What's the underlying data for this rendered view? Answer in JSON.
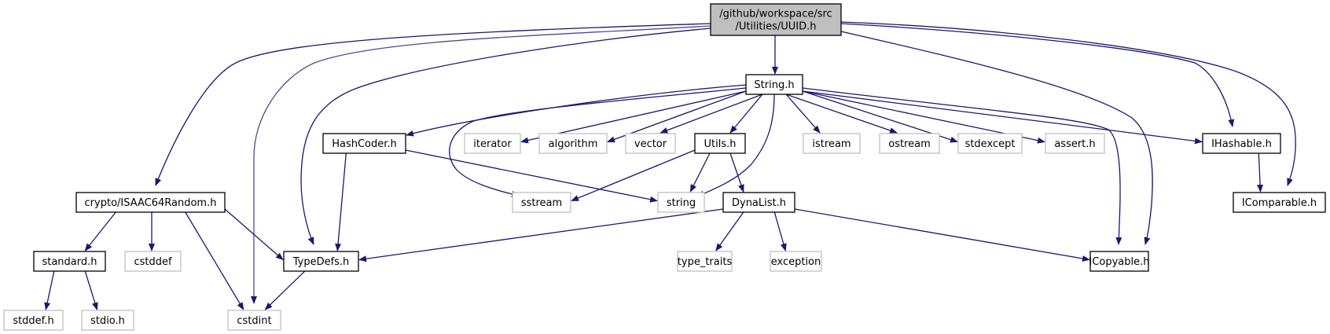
{
  "title": "Include dependency graph for UUID.h",
  "colors": {
    "edge": "#191970",
    "edge_light": "#4b4b8f",
    "root_fill": "#bfbfbf",
    "root_stroke": "#000000",
    "local_stroke": "#000000",
    "system_stroke": "#bfbfbf",
    "node_fill": "#ffffff"
  },
  "nodes": [
    {
      "id": "uuid",
      "label": [
        "/github/workspace/src",
        "/Utilities/UUID.h"
      ],
      "kind": "root"
    },
    {
      "id": "string_h",
      "label": [
        "String.h"
      ],
      "kind": "local"
    },
    {
      "id": "hashcoder",
      "label": [
        "HashCoder.h"
      ],
      "kind": "local"
    },
    {
      "id": "iterator",
      "label": [
        "iterator"
      ],
      "kind": "system"
    },
    {
      "id": "algorithm",
      "label": [
        "algorithm"
      ],
      "kind": "system"
    },
    {
      "id": "vector",
      "label": [
        "vector"
      ],
      "kind": "system"
    },
    {
      "id": "utils",
      "label": [
        "Utils.h"
      ],
      "kind": "local"
    },
    {
      "id": "istream",
      "label": [
        "istream"
      ],
      "kind": "system"
    },
    {
      "id": "ostream",
      "label": [
        "ostream"
      ],
      "kind": "system"
    },
    {
      "id": "stdexcept",
      "label": [
        "stdexcept"
      ],
      "kind": "system"
    },
    {
      "id": "assert",
      "label": [
        "assert.h"
      ],
      "kind": "system"
    },
    {
      "id": "ihashable",
      "label": [
        "IHashable.h"
      ],
      "kind": "local"
    },
    {
      "id": "isaac",
      "label": [
        "crypto/ISAAC64Random.h"
      ],
      "kind": "local"
    },
    {
      "id": "sstream",
      "label": [
        "sstream"
      ],
      "kind": "system"
    },
    {
      "id": "string",
      "label": [
        "string"
      ],
      "kind": "system"
    },
    {
      "id": "dynalist",
      "label": [
        "DynaList.h"
      ],
      "kind": "local"
    },
    {
      "id": "icomparable",
      "label": [
        "IComparable.h"
      ],
      "kind": "local"
    },
    {
      "id": "standard",
      "label": [
        "standard.h"
      ],
      "kind": "local"
    },
    {
      "id": "cstddef",
      "label": [
        "cstddef"
      ],
      "kind": "system"
    },
    {
      "id": "typedefs",
      "label": [
        "TypeDefs.h"
      ],
      "kind": "local"
    },
    {
      "id": "type_traits",
      "label": [
        "type_traits"
      ],
      "kind": "system"
    },
    {
      "id": "exception",
      "label": [
        "exception"
      ],
      "kind": "system"
    },
    {
      "id": "icopyable",
      "label": [
        "ICopyable.h"
      ],
      "kind": "local"
    },
    {
      "id": "stddef",
      "label": [
        "stddef.h"
      ],
      "kind": "system"
    },
    {
      "id": "stdio",
      "label": [
        "stdio.h"
      ],
      "kind": "system"
    },
    {
      "id": "cstdint",
      "label": [
        "cstdint"
      ],
      "kind": "system"
    }
  ],
  "edges": [
    {
      "from": "uuid",
      "to": "string_h"
    },
    {
      "from": "uuid",
      "to": "isaac"
    },
    {
      "from": "uuid",
      "to": "cstdint",
      "style": "light"
    },
    {
      "from": "uuid",
      "to": "typedefs"
    },
    {
      "from": "uuid",
      "to": "icopyable"
    },
    {
      "from": "uuid",
      "to": "ihashable"
    },
    {
      "from": "uuid",
      "to": "icomparable"
    },
    {
      "from": "string_h",
      "to": "hashcoder"
    },
    {
      "from": "string_h",
      "to": "iterator"
    },
    {
      "from": "string_h",
      "to": "algorithm"
    },
    {
      "from": "string_h",
      "to": "vector"
    },
    {
      "from": "string_h",
      "to": "utils"
    },
    {
      "from": "string_h",
      "to": "string"
    },
    {
      "from": "string_h",
      "to": "istream"
    },
    {
      "from": "string_h",
      "to": "ostream"
    },
    {
      "from": "string_h",
      "to": "stdexcept"
    },
    {
      "from": "string_h",
      "to": "assert"
    },
    {
      "from": "string_h",
      "to": "ihashable"
    },
    {
      "from": "string_h",
      "to": "icopyable"
    },
    {
      "from": "string_h",
      "to": "sstream"
    },
    {
      "from": "hashcoder",
      "to": "typedefs"
    },
    {
      "from": "hashcoder",
      "to": "string"
    },
    {
      "from": "utils",
      "to": "sstream"
    },
    {
      "from": "utils",
      "to": "string"
    },
    {
      "from": "utils",
      "to": "dynalist"
    },
    {
      "from": "dynalist",
      "to": "typedefs"
    },
    {
      "from": "dynalist",
      "to": "type_traits"
    },
    {
      "from": "dynalist",
      "to": "exception"
    },
    {
      "from": "dynalist",
      "to": "icopyable"
    },
    {
      "from": "ihashable",
      "to": "icomparable"
    },
    {
      "from": "isaac",
      "to": "standard"
    },
    {
      "from": "isaac",
      "to": "cstddef"
    },
    {
      "from": "isaac",
      "to": "cstdint"
    },
    {
      "from": "isaac",
      "to": "typedefs"
    },
    {
      "from": "standard",
      "to": "stddef"
    },
    {
      "from": "standard",
      "to": "stdio"
    },
    {
      "from": "typedefs",
      "to": "cstdint"
    }
  ]
}
